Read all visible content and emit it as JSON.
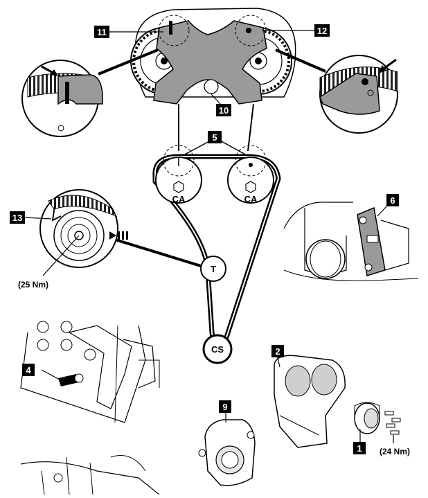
{
  "callouts": {
    "n1": "1",
    "n2": "2",
    "n4": "4",
    "n5": "5",
    "n6": "6",
    "n9": "9",
    "n10": "10",
    "n11": "11",
    "n12": "12",
    "n13": "13"
  },
  "pulleys": {
    "camshaft_left": "CA",
    "camshaft_right": "CA",
    "tensioner": "T",
    "crankshaft": "CS"
  },
  "torques": {
    "tensioner_bolt": "(25 Nm)",
    "pump_bolts": "(24 Nm)"
  }
}
